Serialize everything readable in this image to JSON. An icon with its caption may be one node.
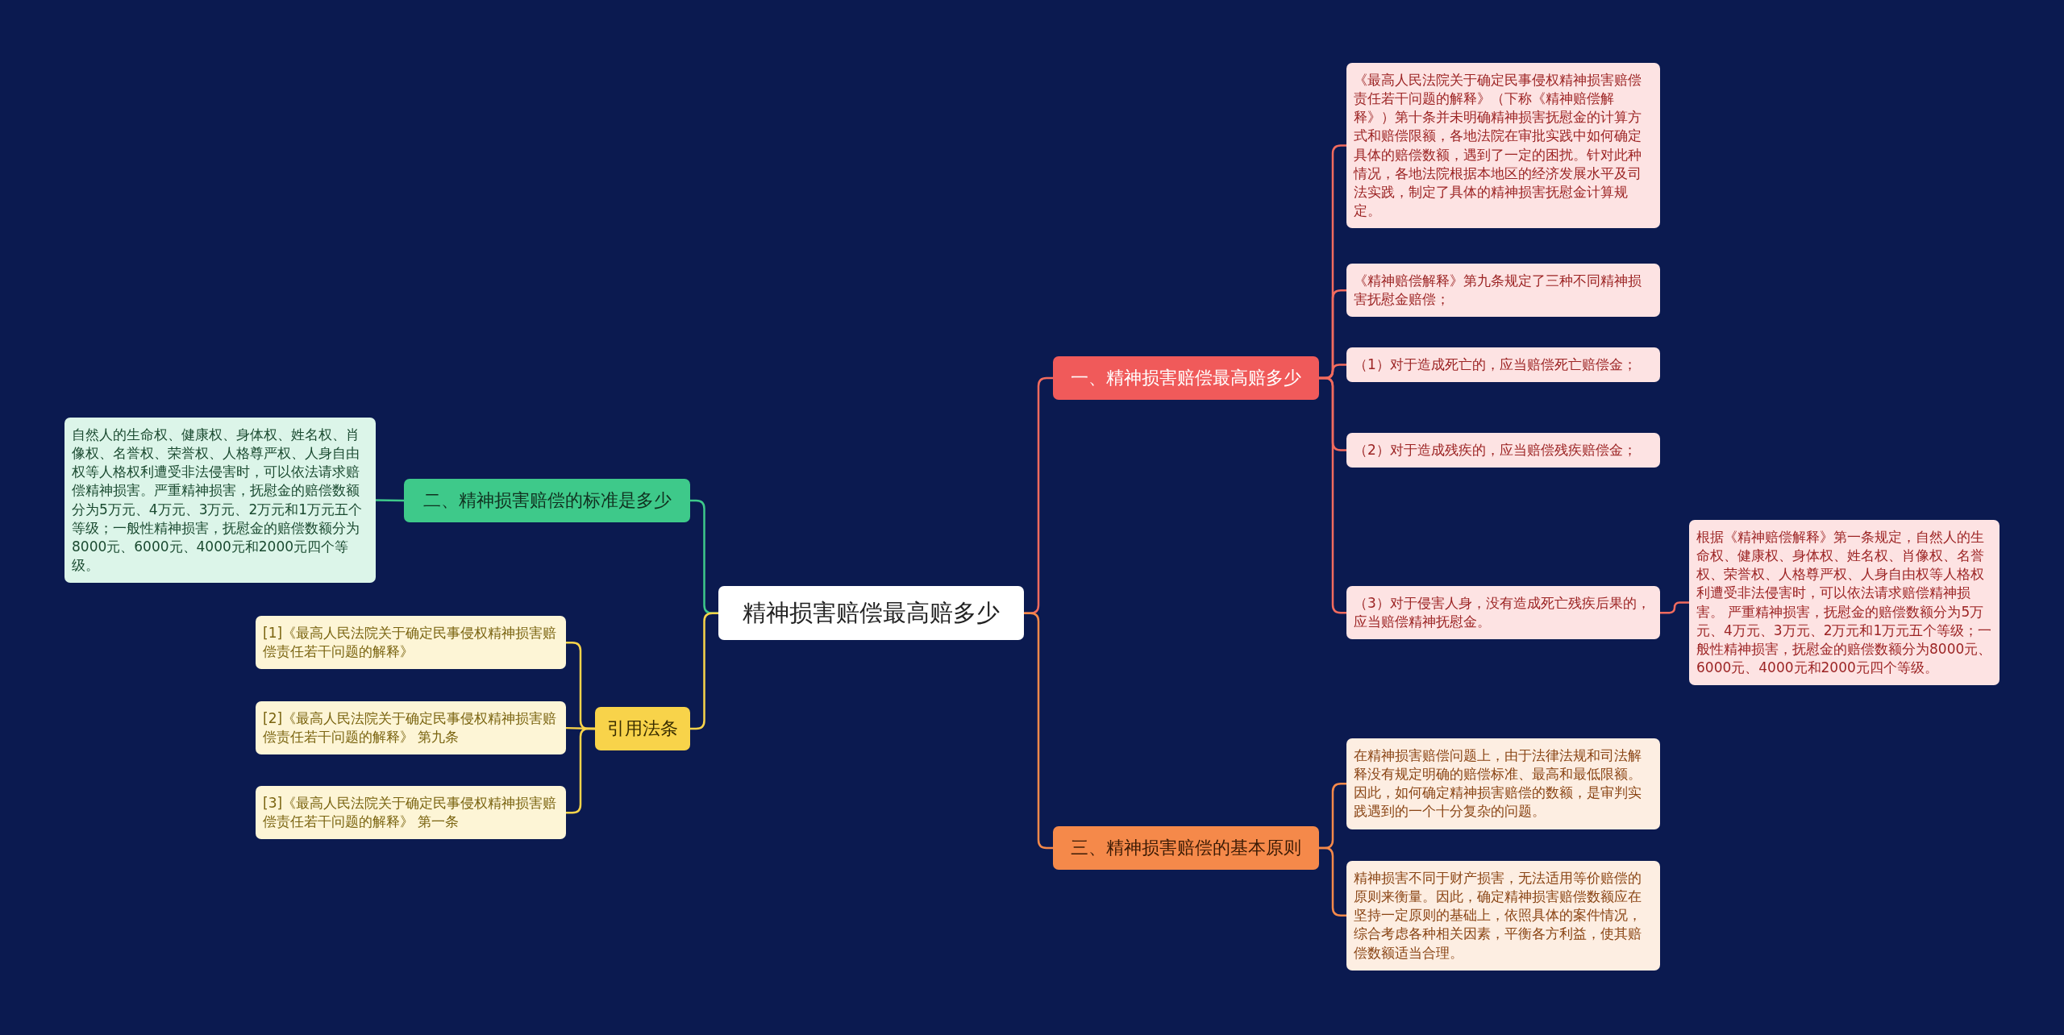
{
  "diagram": {
    "nodes": [
      {
        "text": [
          "精神损害赔偿最高赔多少"
        ]
      },
      {
        "text": [
          "一、精神损害赔偿最高赔多少"
        ]
      },
      {
        "text": [
          "《最高人民法院关于确定民事侵权精神损害赔偿责任若干问题的解释》（下称《精神赔偿解释》）第十条并未明确精神损害抚慰金的计算方式和赔偿限额，各地法院在审批实践中如何确定具体的赔偿数额，遇到了一定的困扰。针对此种情况，各地法院根据本地区的经济发展水平及司法实践，制定了具体的精神损害抚慰金计算规定。"
        ]
      },
      {
        "text": [
          "《精神赔偿解释》第九条规定了三种不同精神损害抚慰金赔偿；"
        ]
      },
      {
        "text": [
          "（1）对于造成死亡的，应当赔偿死亡赔偿金；"
        ]
      },
      {
        "text": [
          "（2）对于造成残疾的，应当赔偿残疾赔偿金；"
        ]
      },
      {
        "text": [
          "（3）对于侵害人身，没有造成死亡残疾后果的，应当赔偿精神抚慰金。"
        ]
      },
      {
        "text": [
          "根据《精神赔偿解释》第一条规定，自然人的生命权、健康权、身体权、姓名权、肖像权、名誉权、荣誉权、人格尊严权、人身自由权等人格权利遭受非法侵害时，可以依法请求赔偿精神损害。 严重精神损害，抚慰金的赔偿数额分为5万元、4万元、3万元、2万元和1万元五个等级；一般性精神损害，抚慰金的赔偿数额分为8000元、6000元、4000元和2000元四个等级。"
        ]
      },
      {
        "text": [
          "三、精神损害赔偿的基本原则"
        ]
      },
      {
        "text": [
          "在精神损害赔偿问题上，由于法律法规和司法解释没有规定明确的赔偿标准、最高和最低限额。因此，如何确定精神损害赔偿的数额，是审判实践遇到的一个十分复杂的问题。"
        ]
      },
      {
        "text": [
          "精神损害不同于财产损害，无法适用等价赔偿的原则来衡量。因此，确定精神损害赔偿数额应在坚持一定原则的基础上，依照具体的案件情况，综合考虑各种相关因素，平衡各方利益，使其赔偿数额适当合理。"
        ]
      },
      {
        "text": [
          "二、精神损害赔偿的标准是多少"
        ]
      },
      {
        "text": [
          "自然人的生命权、健康权、身体权、姓名权、肖像权、名誉权、荣誉权、人格尊严权、人身自由权等人格权利遭受非法侵害时，可以依法请求赔偿精神损害。严重精神损害，抚慰金的赔偿数额分为5万元、4万元、3万元、2万元和1万元五个等级；一般性精神损害，抚慰金的赔偿数额分为8000元、6000元、4000元和2000元四个等级。"
        ]
      },
      {
        "text": [
          "引用法条"
        ]
      },
      {
        "text": [
          "[1]《最高人民法院关于确定民事侵权精神损害赔偿责任若干问题的解释》"
        ]
      },
      {
        "text": [
          "[2]《最高人民法院关于确定民事侵权精神损害赔偿责任若干问题的解释》 第九条"
        ]
      },
      {
        "text": [
          "[3]《最高人民法院关于确定民事侵权精神损害赔偿责任若干问题的解释》 第一条"
        ]
      }
    ],
    "edges": [
      {
        "from": 0,
        "to": 1,
        "arrow": "none",
        "color": "#f26b5e"
      },
      {
        "from": 1,
        "to": 2,
        "arrow": "none",
        "color": "#f26b5e"
      },
      {
        "from": 1,
        "to": 3,
        "arrow": "none",
        "color": "#f26b5e"
      },
      {
        "from": 1,
        "to": 4,
        "arrow": "none",
        "color": "#f26b5e"
      },
      {
        "from": 1,
        "to": 5,
        "arrow": "none",
        "color": "#f26b5e"
      },
      {
        "from": 1,
        "to": 6,
        "arrow": "none",
        "color": "#f26b5e"
      },
      {
        "from": 6,
        "to": 7,
        "arrow": "none",
        "color": "#f26b5e"
      },
      {
        "from": 0,
        "to": 8,
        "arrow": "none",
        "color": "#f5894a"
      },
      {
        "from": 8,
        "to": 9,
        "arrow": "none",
        "color": "#f5894a"
      },
      {
        "from": 8,
        "to": 10,
        "arrow": "none",
        "color": "#f5894a"
      },
      {
        "from": 0,
        "to": 11,
        "arrow": "none",
        "color": "#3ec98a"
      },
      {
        "from": 11,
        "to": 12,
        "arrow": "none",
        "color": "#3ec98a"
      },
      {
        "from": 0,
        "to": 13,
        "arrow": "none",
        "color": "#f8d34a"
      },
      {
        "from": 13,
        "to": 14,
        "arrow": "none",
        "color": "#f8d34a"
      },
      {
        "from": 13,
        "to": 15,
        "arrow": "none",
        "color": "#f8d34a"
      },
      {
        "from": 13,
        "to": 16,
        "arrow": "none",
        "color": "#f8d34a"
      }
    ]
  }
}
